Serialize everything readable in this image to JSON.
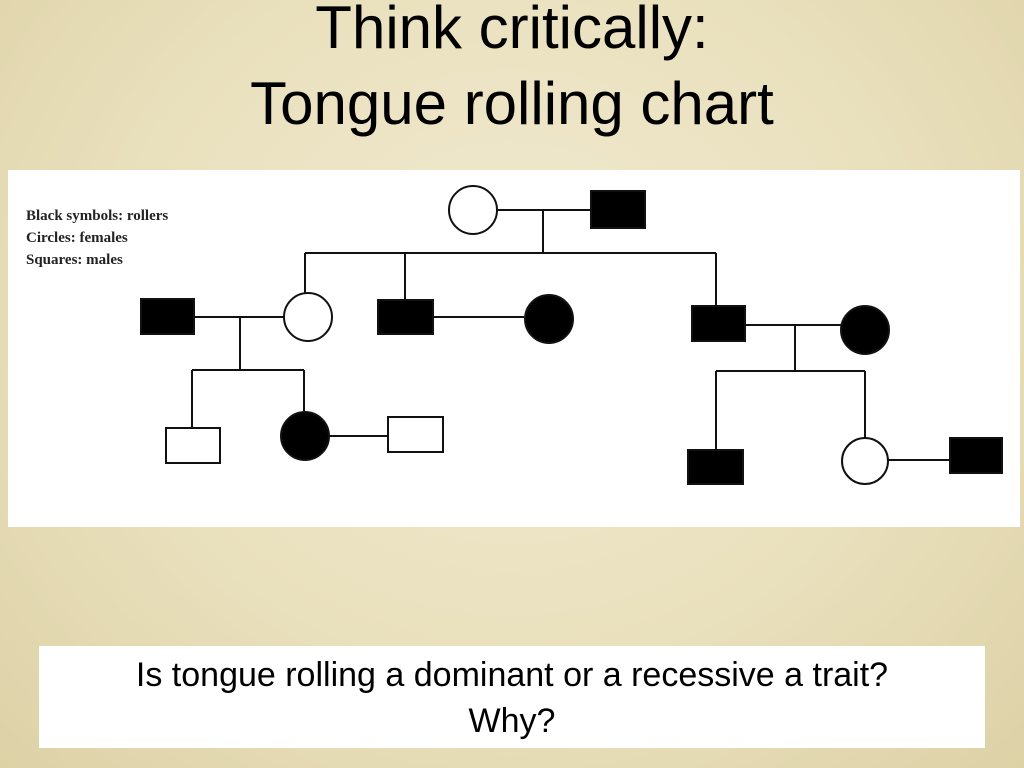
{
  "title": {
    "line1": "Think critically:",
    "line2": "Tongue rolling chart"
  },
  "legend": {
    "black": "Black symbols: rollers",
    "circles": "Circles: females",
    "squares": "Squares: males"
  },
  "pedigree": {
    "generation1": [
      {
        "sex": "female",
        "roller": false
      },
      {
        "sex": "male",
        "roller": true
      }
    ],
    "generation2": [
      {
        "sex": "male",
        "roller": true,
        "role": "spouse"
      },
      {
        "sex": "female",
        "roller": false,
        "role": "child"
      },
      {
        "sex": "male",
        "roller": true,
        "role": "child"
      },
      {
        "sex": "female",
        "roller": true,
        "role": "spouse"
      },
      {
        "sex": "male",
        "roller": true,
        "role": "child"
      },
      {
        "sex": "female",
        "roller": true,
        "role": "spouse"
      }
    ],
    "generation3": [
      {
        "sex": "male",
        "roller": false,
        "role": "child"
      },
      {
        "sex": "female",
        "roller": true,
        "role": "child"
      },
      {
        "sex": "male",
        "roller": false,
        "role": "spouse"
      },
      {
        "sex": "male",
        "roller": true,
        "role": "child"
      },
      {
        "sex": "female",
        "roller": false,
        "role": "child"
      },
      {
        "sex": "male",
        "roller": true,
        "role": "spouse"
      }
    ]
  },
  "question": {
    "line1": "Is tongue rolling a dominant or a recessive a trait?",
    "line2": "Why?"
  },
  "colors": {
    "roller_fill": "#000000",
    "non_roller_fill": "#ffffff",
    "line": "#111111"
  }
}
